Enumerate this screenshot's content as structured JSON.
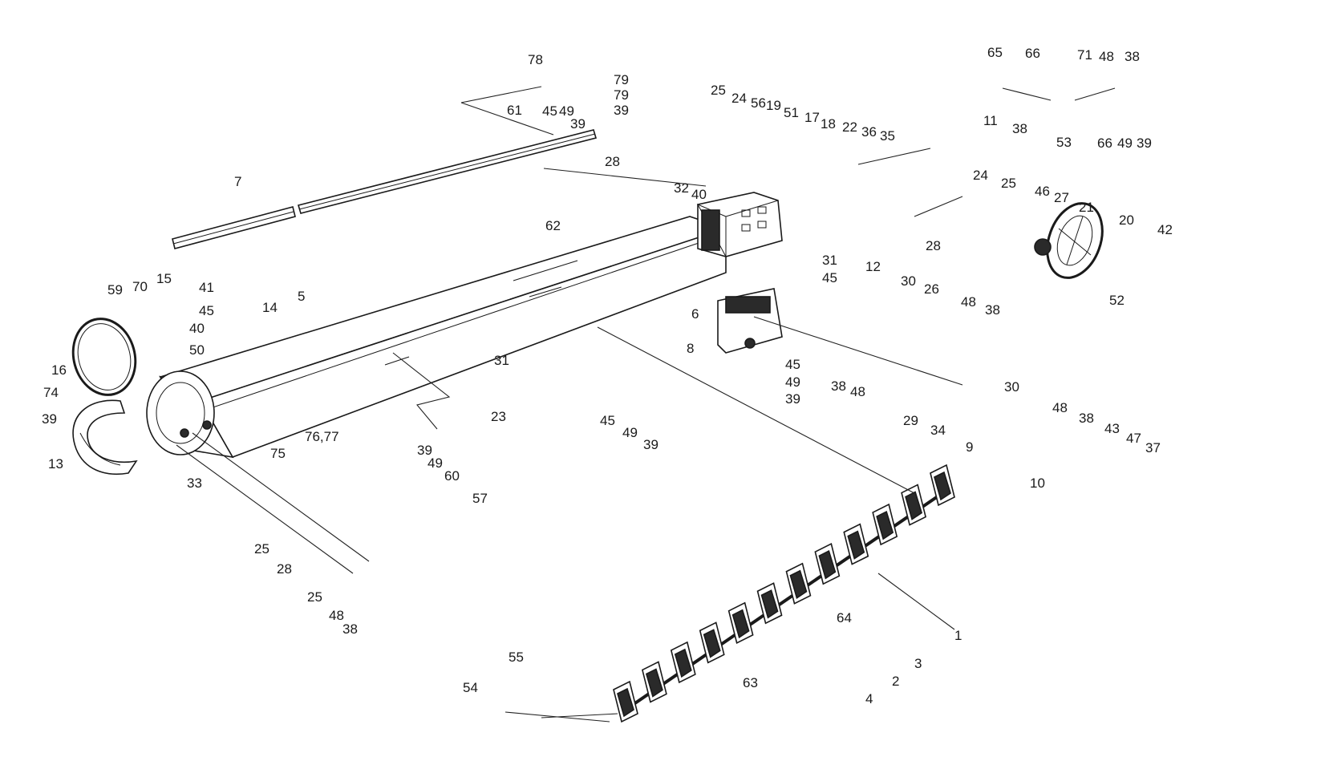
{
  "diagram": {
    "type": "exploded-parts-diagram",
    "colors": {
      "ink": "#1a1a1a",
      "paper": "#ffffff"
    },
    "labels": [
      {
        "id": "c78",
        "text": "78"
      },
      {
        "id": "c79a",
        "text": "79"
      },
      {
        "id": "c79b",
        "text": "79"
      },
      {
        "id": "c45a",
        "text": "45"
      },
      {
        "id": "c49a",
        "text": "49"
      },
      {
        "id": "c39a",
        "text": "39"
      },
      {
        "id": "c39b",
        "text": "39"
      },
      {
        "id": "c61",
        "text": "61"
      },
      {
        "id": "c7",
        "text": "7"
      },
      {
        "id": "c25a",
        "text": "25"
      },
      {
        "id": "c24a",
        "text": "24"
      },
      {
        "id": "c56",
        "text": "56"
      },
      {
        "id": "c19",
        "text": "19"
      },
      {
        "id": "c51",
        "text": "51"
      },
      {
        "id": "c17",
        "text": "17"
      },
      {
        "id": "c18",
        "text": "18"
      },
      {
        "id": "c22",
        "text": "22"
      },
      {
        "id": "c36",
        "text": "36"
      },
      {
        "id": "c35",
        "text": "35"
      },
      {
        "id": "c28a",
        "text": "28"
      },
      {
        "id": "c32",
        "text": "32"
      },
      {
        "id": "c40a",
        "text": "40"
      },
      {
        "id": "c65",
        "text": "65"
      },
      {
        "id": "c66a",
        "text": "66"
      },
      {
        "id": "c71",
        "text": "71"
      },
      {
        "id": "c48a",
        "text": "48"
      },
      {
        "id": "c38a",
        "text": "38"
      },
      {
        "id": "c11",
        "text": "11"
      },
      {
        "id": "c38b",
        "text": "38"
      },
      {
        "id": "c53",
        "text": "53"
      },
      {
        "id": "c66b",
        "text": "66"
      },
      {
        "id": "c49b",
        "text": "49"
      },
      {
        "id": "c39c",
        "text": "39"
      },
      {
        "id": "c24b",
        "text": "24"
      },
      {
        "id": "c25b",
        "text": "25"
      },
      {
        "id": "c46",
        "text": "46"
      },
      {
        "id": "c27",
        "text": "27"
      },
      {
        "id": "c21",
        "text": "21"
      },
      {
        "id": "c20",
        "text": "20"
      },
      {
        "id": "c42",
        "text": "42"
      },
      {
        "id": "c52",
        "text": "52"
      },
      {
        "id": "c28b",
        "text": "28"
      },
      {
        "id": "c12",
        "text": "12"
      },
      {
        "id": "c62",
        "text": "62"
      },
      {
        "id": "c31a",
        "text": "31"
      },
      {
        "id": "c45b",
        "text": "45"
      },
      {
        "id": "c6",
        "text": "6"
      },
      {
        "id": "c8",
        "text": "8"
      },
      {
        "id": "c30a",
        "text": "30"
      },
      {
        "id": "c26",
        "text": "26"
      },
      {
        "id": "c48b",
        "text": "48"
      },
      {
        "id": "c38c",
        "text": "38"
      },
      {
        "id": "c45c",
        "text": "45"
      },
      {
        "id": "c49c",
        "text": "49"
      },
      {
        "id": "c39d",
        "text": "39"
      },
      {
        "id": "c38d",
        "text": "38"
      },
      {
        "id": "c48c",
        "text": "48"
      },
      {
        "id": "c29",
        "text": "29"
      },
      {
        "id": "c30b",
        "text": "30"
      },
      {
        "id": "c34",
        "text": "34"
      },
      {
        "id": "c48d",
        "text": "48"
      },
      {
        "id": "c38e",
        "text": "38"
      },
      {
        "id": "c9",
        "text": "9"
      },
      {
        "id": "c43",
        "text": "43"
      },
      {
        "id": "c47",
        "text": "47"
      },
      {
        "id": "c37",
        "text": "37"
      },
      {
        "id": "c10",
        "text": "10"
      },
      {
        "id": "c59",
        "text": "59"
      },
      {
        "id": "c70",
        "text": "70"
      },
      {
        "id": "c15",
        "text": "15"
      },
      {
        "id": "c41",
        "text": "41"
      },
      {
        "id": "c45d",
        "text": "45"
      },
      {
        "id": "c14",
        "text": "14"
      },
      {
        "id": "c5",
        "text": "5"
      },
      {
        "id": "c40b",
        "text": "40"
      },
      {
        "id": "c50",
        "text": "50"
      },
      {
        "id": "c16",
        "text": "16"
      },
      {
        "id": "c74",
        "text": "74"
      },
      {
        "id": "c39e",
        "text": "39"
      },
      {
        "id": "c13",
        "text": "13"
      },
      {
        "id": "c31b",
        "text": "31"
      },
      {
        "id": "c23",
        "text": "23"
      },
      {
        "id": "c45e",
        "text": "45"
      },
      {
        "id": "c49d",
        "text": "49"
      },
      {
        "id": "c39f",
        "text": "39"
      },
      {
        "id": "c39g",
        "text": "39"
      },
      {
        "id": "c49e",
        "text": "49"
      },
      {
        "id": "c60",
        "text": "60"
      },
      {
        "id": "c57",
        "text": "57"
      },
      {
        "id": "c76",
        "text": "76,77"
      },
      {
        "id": "c75",
        "text": "75"
      },
      {
        "id": "c33",
        "text": "33"
      },
      {
        "id": "c25c",
        "text": "25"
      },
      {
        "id": "c28c",
        "text": "28"
      },
      {
        "id": "c25d",
        "text": "25"
      },
      {
        "id": "c48e",
        "text": "48"
      },
      {
        "id": "c38f",
        "text": "38"
      },
      {
        "id": "c1",
        "text": "1"
      },
      {
        "id": "c64",
        "text": "64"
      },
      {
        "id": "c3",
        "text": "3"
      },
      {
        "id": "c2",
        "text": "2"
      },
      {
        "id": "c63",
        "text": "63"
      },
      {
        "id": "c4",
        "text": "4"
      },
      {
        "id": "c55",
        "text": "55"
      },
      {
        "id": "c54",
        "text": "54"
      }
    ]
  }
}
